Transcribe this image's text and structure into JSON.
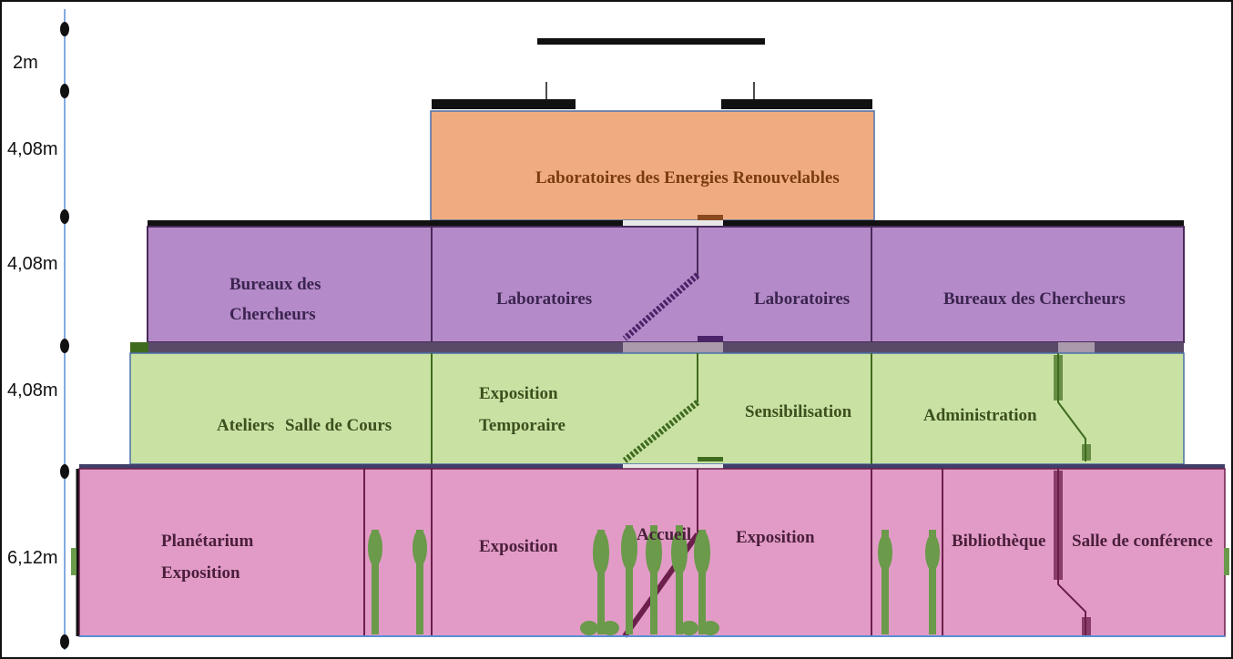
{
  "dimensions": {
    "level_roof": "2m",
    "level_3": "4,08m",
    "level_2": "4,08m",
    "level_1": "4,08m",
    "level_0": "6,12m"
  },
  "floors": {
    "top": {
      "color": "#f0ac80",
      "room": "Laboratoires des Energies Renouvelables"
    },
    "second": {
      "color": "#b48bc8",
      "rooms": [
        "Bureaux des",
        "Chercheurs",
        "Laboratoires",
        "Laboratoires",
        "Bureaux des Chercheurs"
      ]
    },
    "first": {
      "color": "#c9e2a4",
      "rooms": [
        "Ateliers",
        "Salle de Cours",
        "Exposition",
        "Temporaire",
        "Sensibilisation",
        "Administration"
      ]
    },
    "ground": {
      "color": "#e29bc7",
      "rooms": [
        "Planétarium",
        "Exposition",
        "Exposition",
        "Accueil",
        "Exposition",
        "Bibliothèque",
        "Salle de conférence"
      ]
    }
  },
  "colors": {
    "purple_line": "#4a2a5a",
    "stair_purple": "#4b2368",
    "stair_green": "#3f6b1e",
    "stair_pink": "#6b1f4a",
    "tree": "#6a9a4a"
  }
}
